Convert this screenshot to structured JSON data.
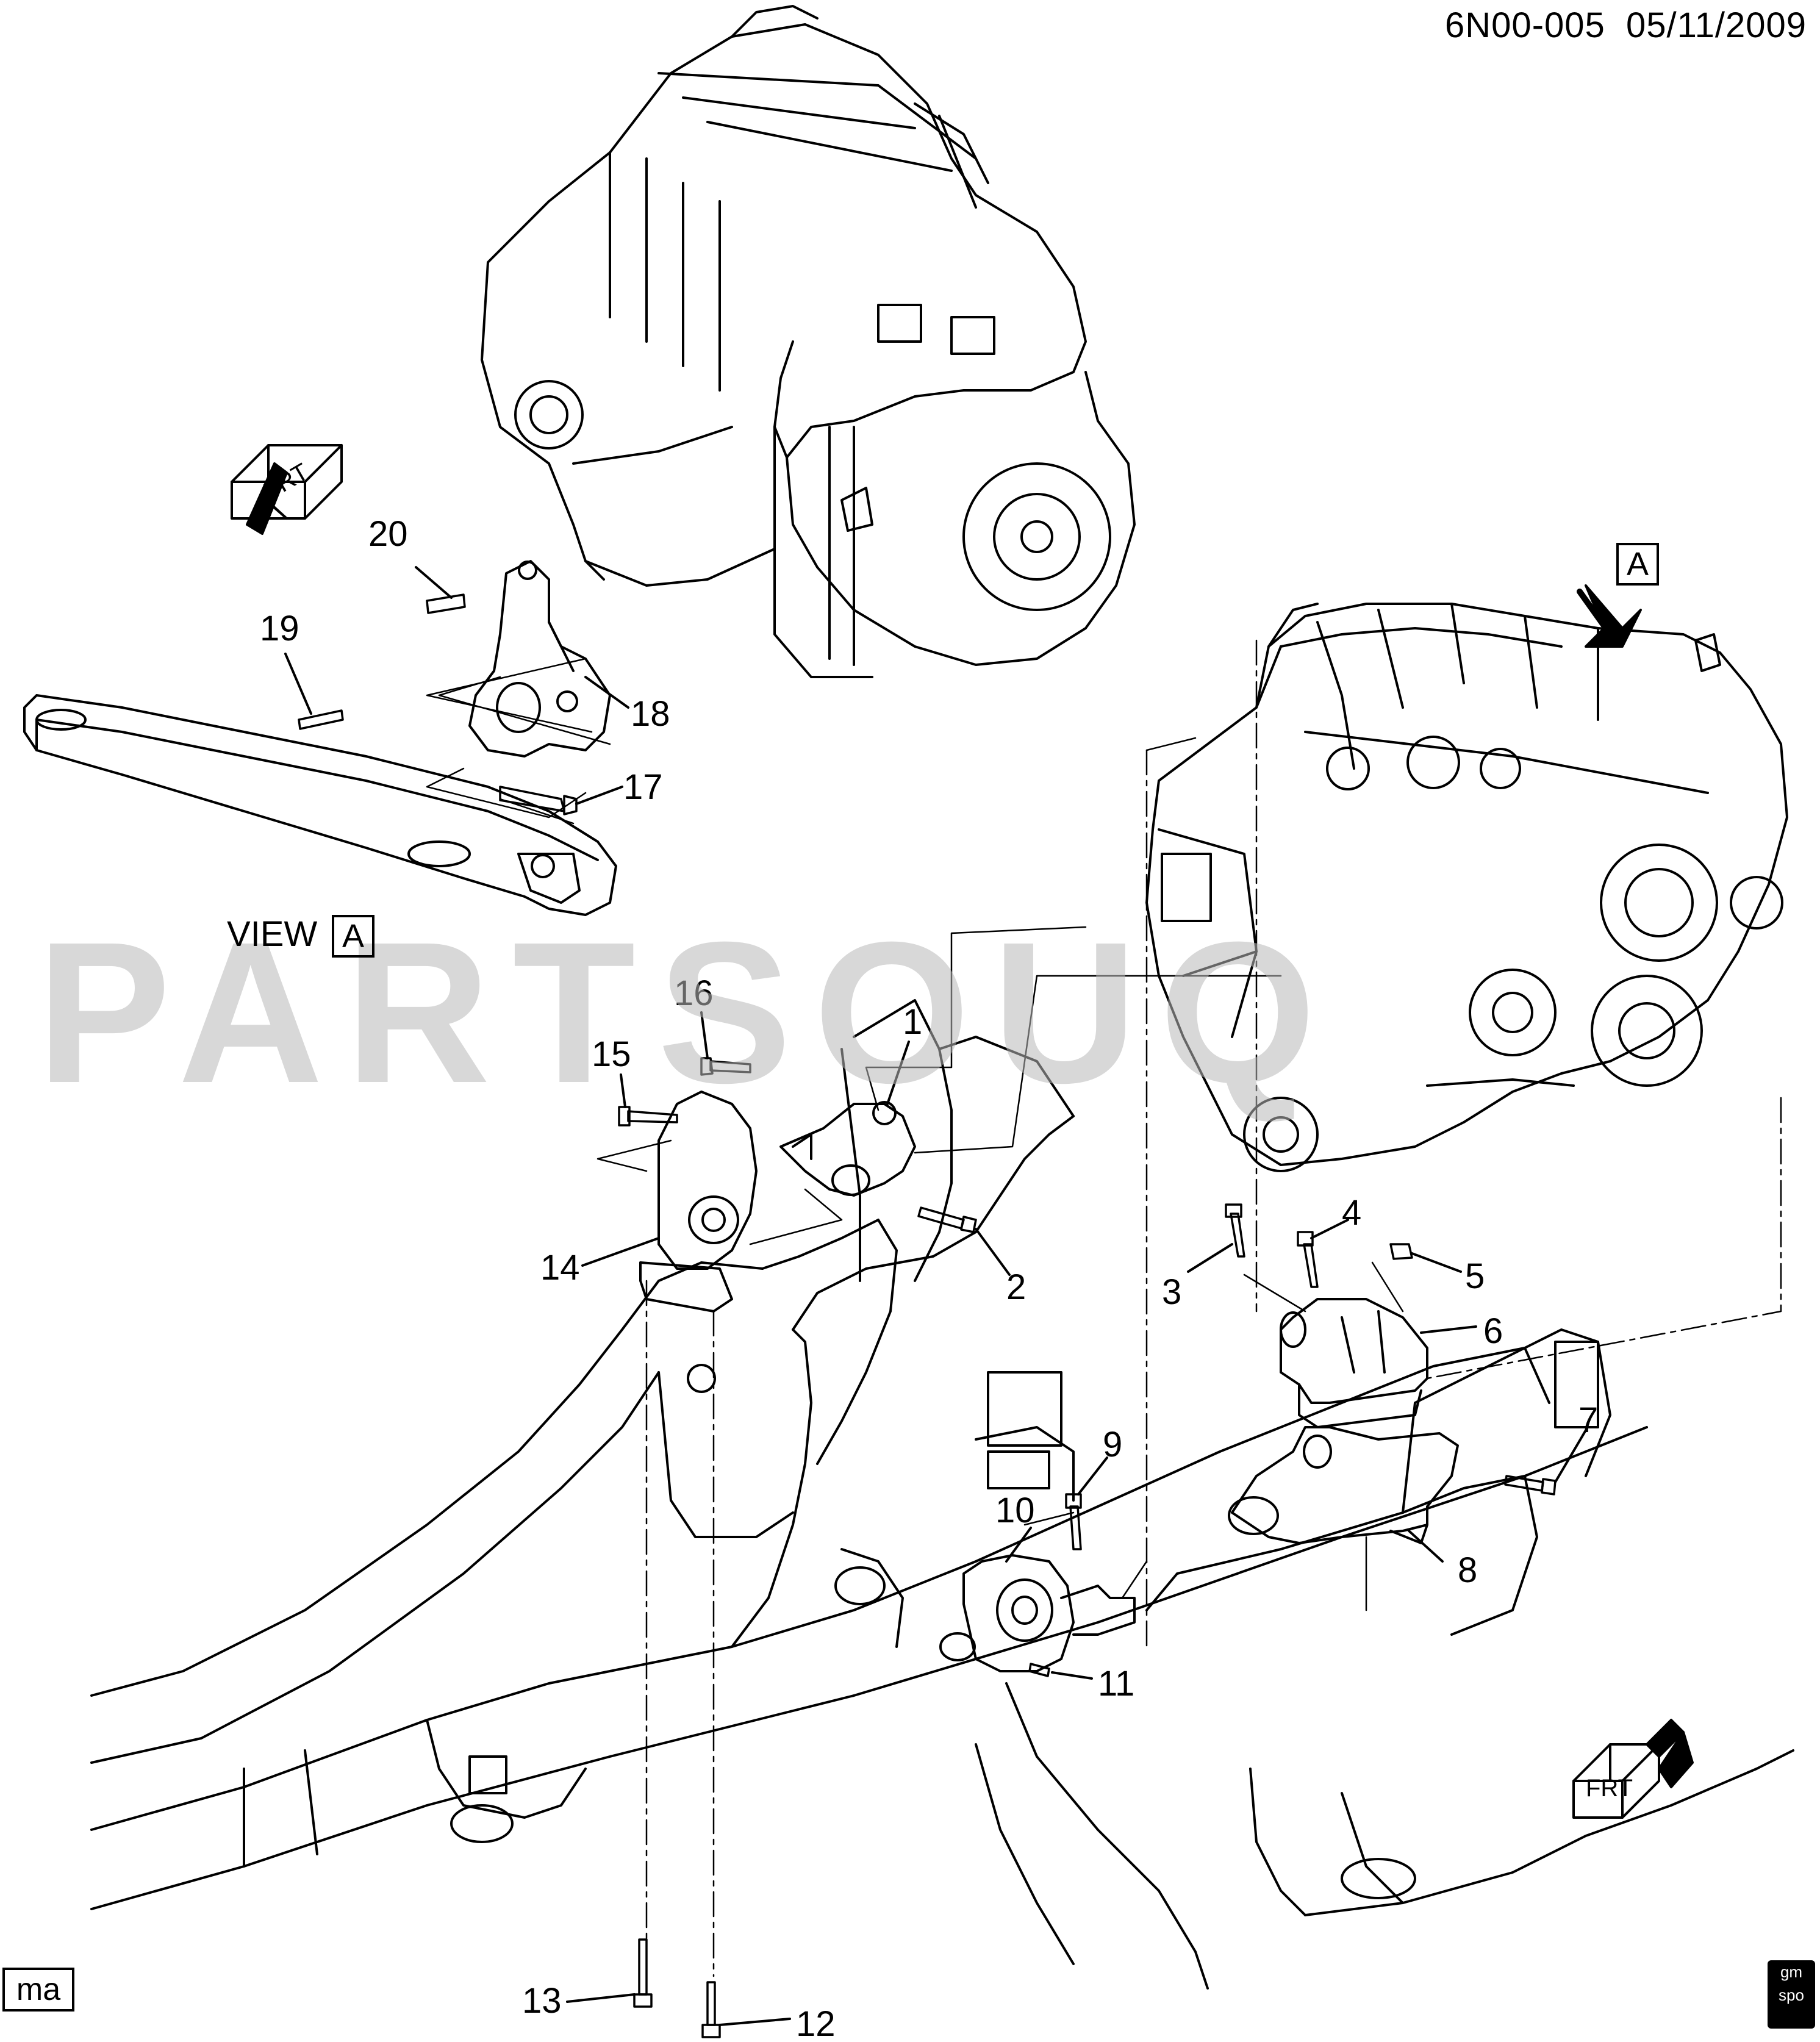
{
  "header": {
    "diagram_code": "6N00-005",
    "date": "05/11/2009"
  },
  "watermark": "PARTSOUQ",
  "view_label": "VIEW",
  "view_ref": "A",
  "arrow_ref": "A",
  "badges": {
    "ma": "ma",
    "gm": "gm",
    "spo": "spo"
  },
  "frt_label": "FRT",
  "callouts": [
    "1",
    "2",
    "3",
    "4",
    "5",
    "6",
    "7",
    "8",
    "9",
    "10",
    "11",
    "12",
    "13",
    "14",
    "15",
    "16",
    "17",
    "18",
    "19",
    "20"
  ]
}
